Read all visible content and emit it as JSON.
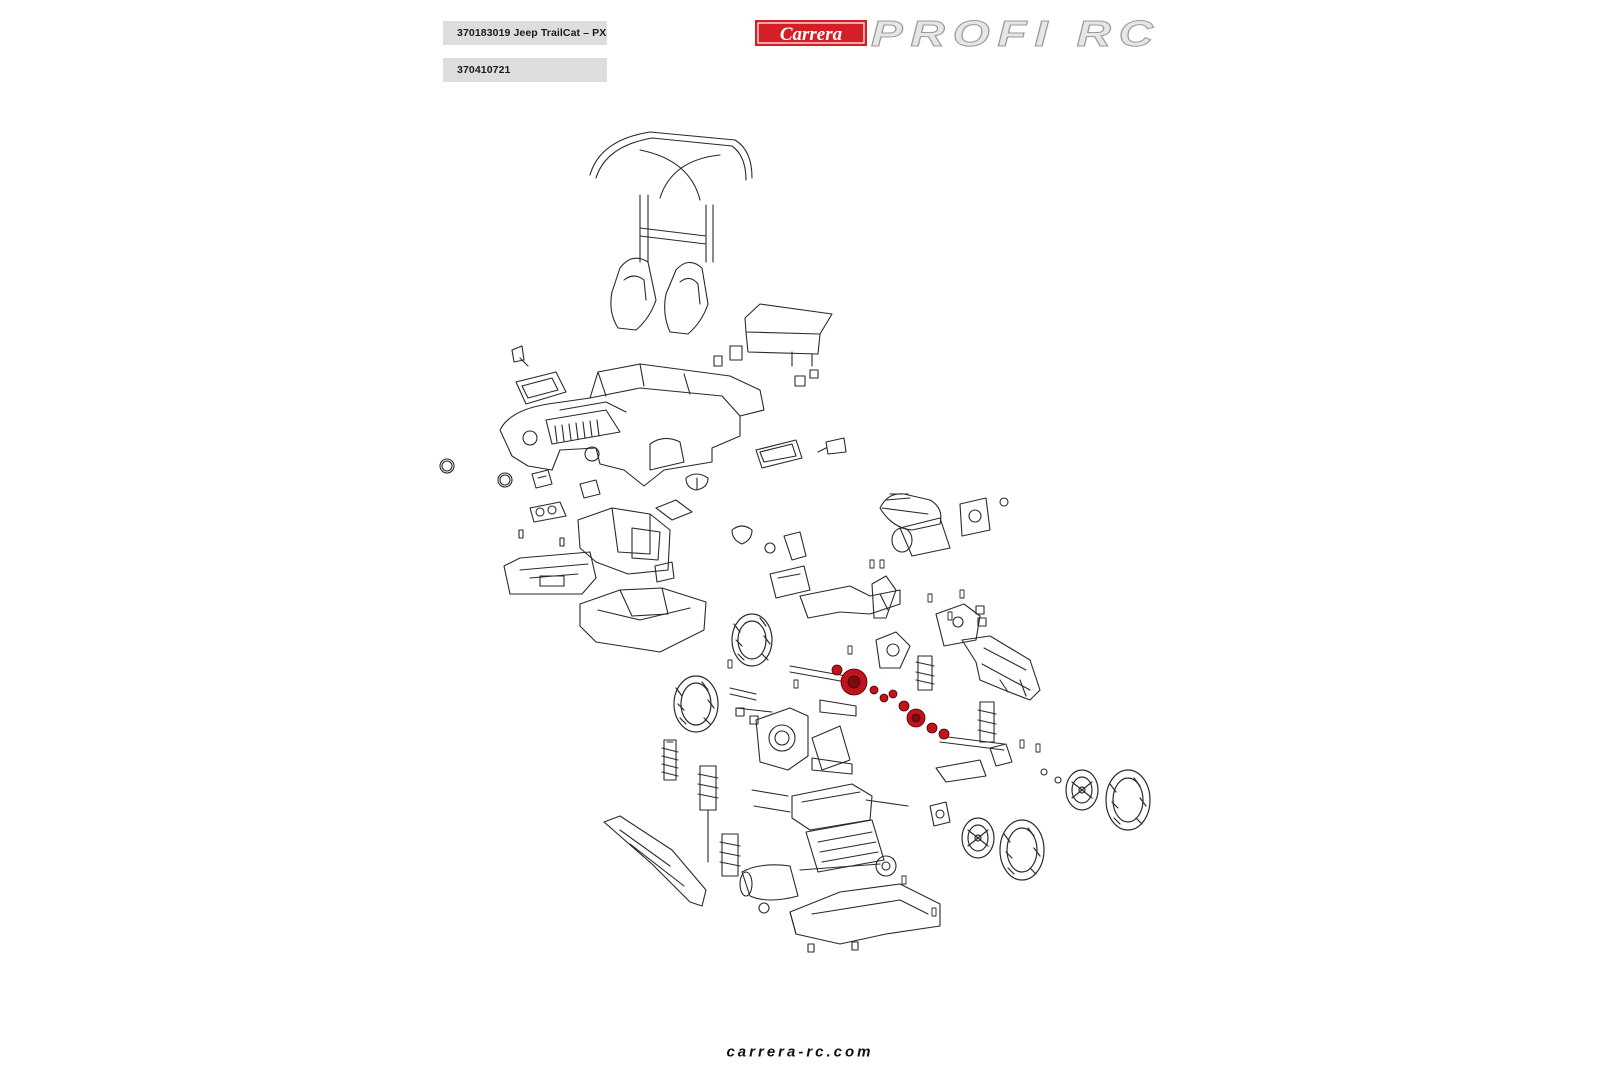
{
  "header": {
    "part_label_1": "370183019 Jeep TrailCat – PX",
    "part_label_2": "370410721",
    "brand_logo": "Carrera",
    "series_logo": "PROFI RC"
  },
  "footer": {
    "url": "carrera-rc.com"
  },
  "colors": {
    "brand_red": "#d41f26",
    "highlight_red": "#c0141c",
    "line": "#2a2a2a",
    "label_bg": "#dddddd",
    "logo_silver": "#c9c9c9"
  }
}
